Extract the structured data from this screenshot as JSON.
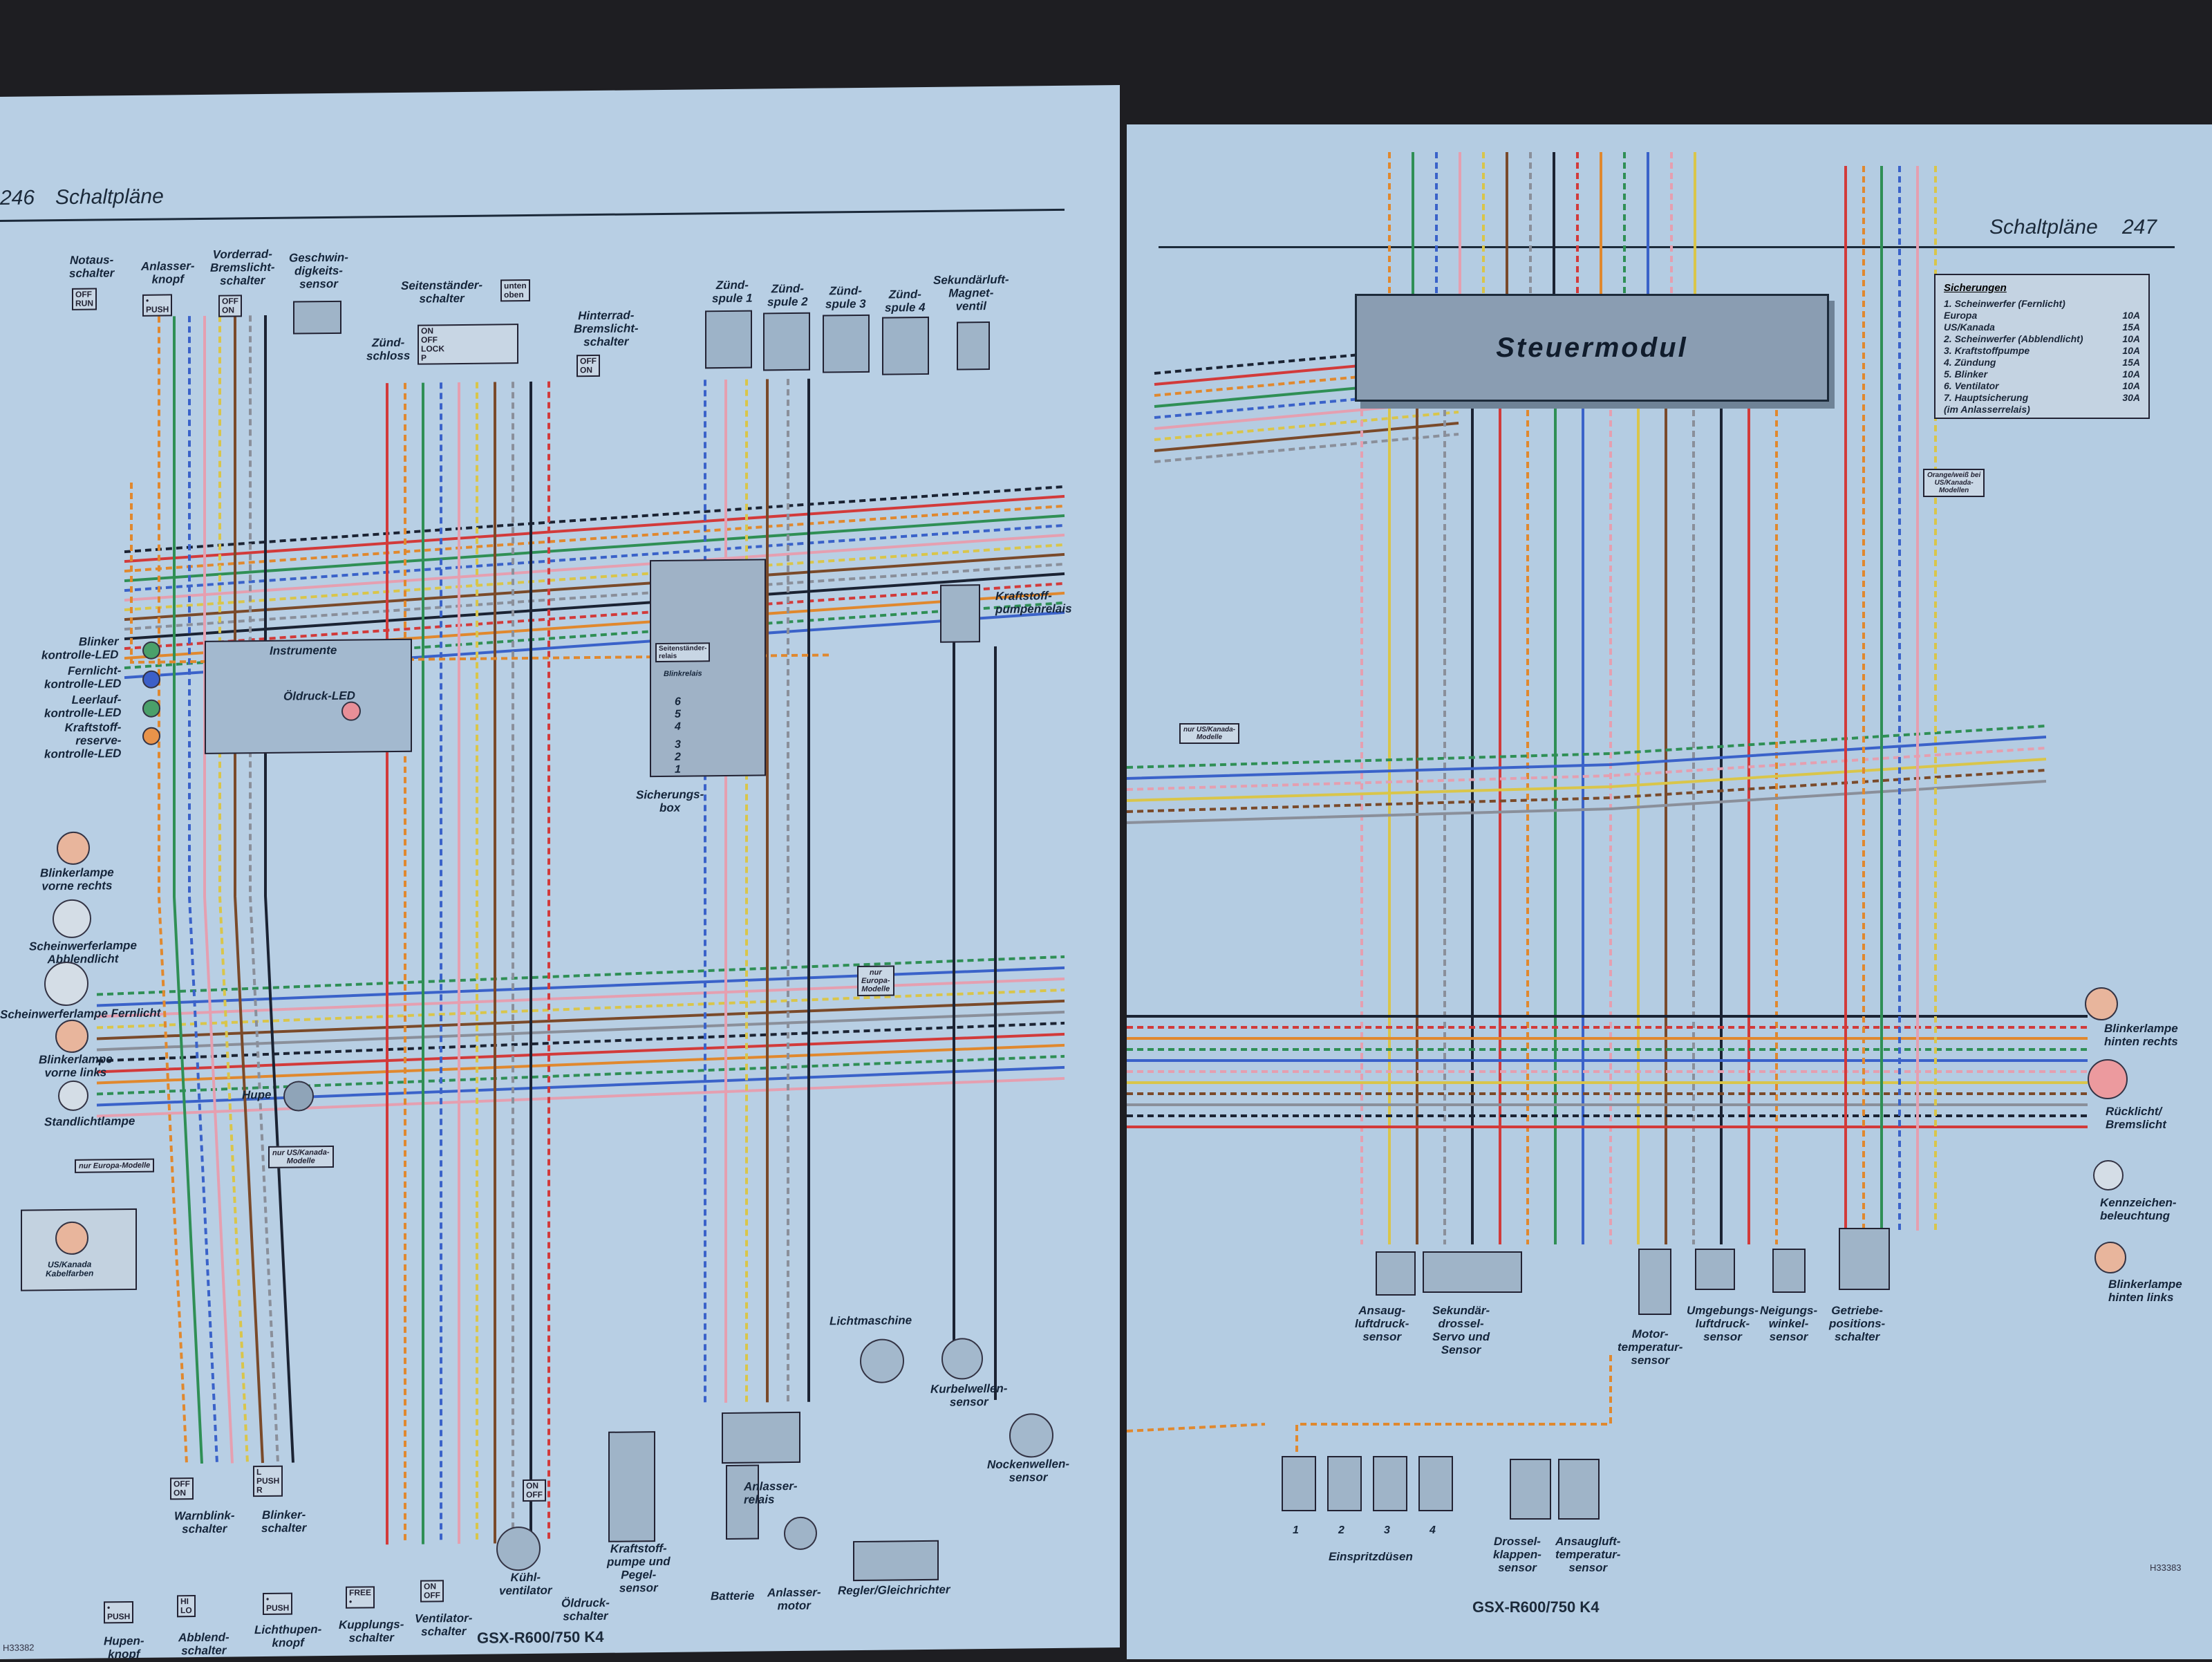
{
  "left": {
    "page_number": "246",
    "title": "Schaltpläne",
    "model": "GSX-R600/750 K4",
    "code": "H33382",
    "labels": {
      "notaus": "Notaus-\nschalter",
      "anlasser_knopf": "Anlasser-\nknopf",
      "vorderrad": "Vorderrad-\nBremslicht-\nschalter",
      "geschw": "Geschwin-\ndigkeits-\nsensor",
      "seitenstaender": "Seitenständer-\nschalter",
      "zuendschloss": "Zünd-\nschloss",
      "hinterrad": "Hinterrad-\nBremslicht-\nschalter",
      "zs1": "Zünd-\nspule 1",
      "zs2": "Zünd-\nspule 2",
      "zs3": "Zünd-\nspule 3",
      "zs4": "Zünd-\nspule 4",
      "sekundaer": "Sekundärluft-\nMagnet-\nventil",
      "kraftstoffpumpenrelais": "Kraftstoff-\npumpenrelais",
      "instrumente": "Instrumente",
      "oeldruck_led": "Öldruck-LED",
      "blinker_led": "Blinker\nkontrolle-LED",
      "fernlicht_led": "Fernlicht-\nkontrolle-LED",
      "leerlauf_led": "Leerlauf-\nkontrolle-LED",
      "kraftstoff_led": "Kraftstoff-\nreserve-\nkontrolle-LED",
      "sicherungsbox": "Sicherungs-\nbox",
      "blinkrelais": "Blinkrelais",
      "seitenstaender_relais": "Seitenständer-\nrelais",
      "blinker_vr": "Blinkerlampe\nvorne rechts",
      "scheinwerfer_ab": "Scheinwerferlampe\nAbblendlicht",
      "scheinwerfer_fern": "Scheinwerferlampe Fernlicht",
      "blinker_vl": "Blinkerlampe\nvorne links",
      "standlicht": "Standlichtlampe",
      "hupe": "Hupe",
      "nur_europa": "nur Europa-Modelle",
      "nur_us": "nur US/Kanada-\nModelle",
      "us_kanada_kabel": "US/Kanada\nKabelfarben",
      "nur_europa2": "nur\nEuropa-\nModelle",
      "lichtmaschine": "Lichtmaschine",
      "kurbelwelle": "Kurbelwellen-\nsensor",
      "nockenwelle": "Nockenwellen-\nsensor",
      "warnblink": "Warnblink-\nschalter",
      "blinkerschalter": "Blinker-\nschalter",
      "hupenknopf": "Hupen-\nknopf",
      "abblendschalter": "Abblend-\nschalter",
      "lichthupen": "Lichthupen-\nknopf",
      "kupplung": "Kupplungs-\nschalter",
      "ventilator_sch": "Ventilator-\nschalter",
      "kuehl": "Kühl-\nventilator",
      "oeldruck_sch": "Öldruck-\nschalter",
      "kraftstoffpumpe": "Kraftstoff-\npumpe und\nPegel-\nsensor",
      "batterie": "Batterie",
      "anlassermotor": "Anlasser-\nmotor",
      "anlasserrelais": "Anlasser-\nrelais",
      "regler": "Regler/Gleichrichter"
    },
    "switches": {
      "notaus": "OFF\nRUN",
      "anlasser": "•\nPUSH",
      "vorderrad": "OFF\nON",
      "seitenst": "unten\noben",
      "zuend": "ON\nOFF\nLOCK\nP",
      "hinterrad": "OFF\nON",
      "warn": "OFF\nON",
      "blink": "L\nPUSH\nR",
      "hupe": "•\nPUSH",
      "abblend": "HI\nLO",
      "lichthupe": "•\nPUSH",
      "kupplung": "FREE\n•",
      "ventilator": "ON\nOFF",
      "oeldruck": "ON\nOFF"
    },
    "fuse_numbers": [
      "6",
      "5",
      "4",
      "3",
      "2",
      "1"
    ]
  },
  "right": {
    "page_number": "247",
    "title": "Schaltpläne",
    "model": "GSX-R600/750 K4",
    "code": "H33383",
    "steuermodul": "Steuermodul",
    "fuses_title": "Sicherungen",
    "fuses": [
      {
        "name": "1.  Scheinwerfer (Fernlicht)",
        "value": ""
      },
      {
        "name": "      Europa",
        "value": "10A"
      },
      {
        "name": "      US/Kanada",
        "value": "15A"
      },
      {
        "name": "2.  Scheinwerfer (Abblendlicht)",
        "value": "10A"
      },
      {
        "name": "3.  Kraftstoffpumpe",
        "value": "10A"
      },
      {
        "name": "4.  Zündung",
        "value": "15A"
      },
      {
        "name": "5.  Blinker",
        "value": "10A"
      },
      {
        "name": "6.  Ventilator",
        "value": "10A"
      },
      {
        "name": "7.  Hauptsicherung",
        "value": "30A"
      },
      {
        "name": "     (im Anlasserrelais)",
        "value": ""
      }
    ],
    "labels": {
      "orange_note": "Orange/weiß bei\nUS/Kanada-\nModellen",
      "nur_us": "nur US/Kanada-\nModelle",
      "ansaugluftdruck": "Ansaug-\nluftdruck-\nsensor",
      "sekundaerdrossel": "Sekundär-\ndrossel-\nServo und\nSensor",
      "motortemp": "Motor-\ntemperatur-\nsensor",
      "umgebung": "Umgebungs-\nluftdruck-\nsensor",
      "neigung": "Neigungs-\nwinkel-\nsensor",
      "getriebe": "Getriebe-\npositions-\nschalter",
      "einspritz": "Einspritzdüsen",
      "drossel": "Drossel-\nklappen-\nsensor",
      "ansaugtemp": "Ansaugluft-\ntemperatur-\nsensor",
      "blinker_hr": "Blinkerlampe\nhinten rechts",
      "ruecklicht": "Rücklicht/\nBremslicht",
      "kennzeichen": "Kennzeichen-\nbeleuchtung",
      "blinker_hl": "Blinkerlampe\nhinten links"
    },
    "injector_numbers": [
      "1",
      "2",
      "3",
      "4"
    ]
  }
}
